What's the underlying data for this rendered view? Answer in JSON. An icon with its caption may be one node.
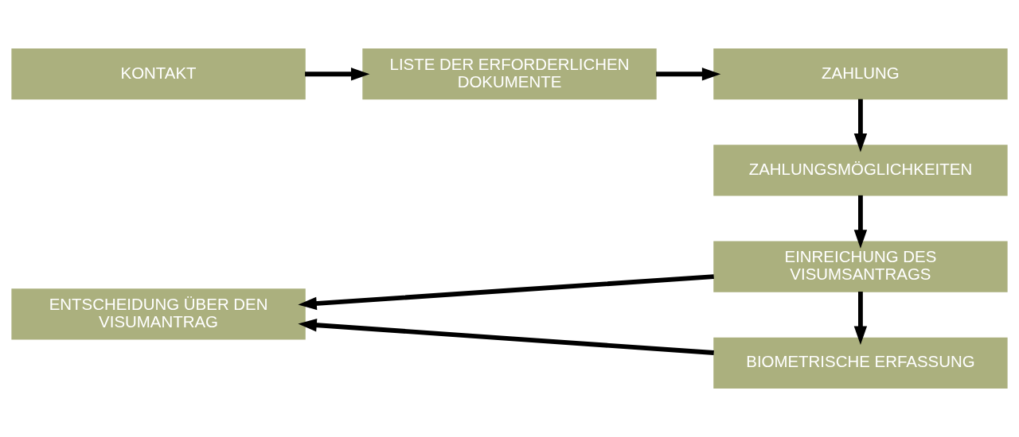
{
  "diagram": {
    "nodes": [
      {
        "text": [
          "KONTAKT"
        ]
      },
      {
        "text": [
          "LISTE DER ERFORDERLICHEN DOKUMENTE"
        ]
      },
      {
        "text": [
          "ZAHLUNG"
        ]
      },
      {
        "text": [
          "ZAHLUNGSMÖGLICHKEITEN"
        ]
      },
      {
        "text": [
          "ENTSCHEIDUNG ÜBER DEN VISUMANTRAG"
        ]
      },
      {
        "text": [
          "EINREICHUNG DES VISUMSANTRAGS"
        ]
      },
      {
        "text": [
          "BIOMETRISCHE ERFASSUNG"
        ]
      }
    ],
    "edges": [
      {
        "from": 0,
        "to": 1,
        "arrow": "to"
      },
      {
        "from": 1,
        "to": 2,
        "arrow": "to"
      },
      {
        "from": 2,
        "to": 3,
        "arrow": "to"
      },
      {
        "from": 3,
        "to": 5,
        "arrow": "to"
      },
      {
        "from": 5,
        "to": 4,
        "arrow": "to"
      },
      {
        "from": 5,
        "to": 6,
        "arrow": "to"
      },
      {
        "from": 6,
        "to": 4,
        "arrow": "to"
      }
    ]
  }
}
